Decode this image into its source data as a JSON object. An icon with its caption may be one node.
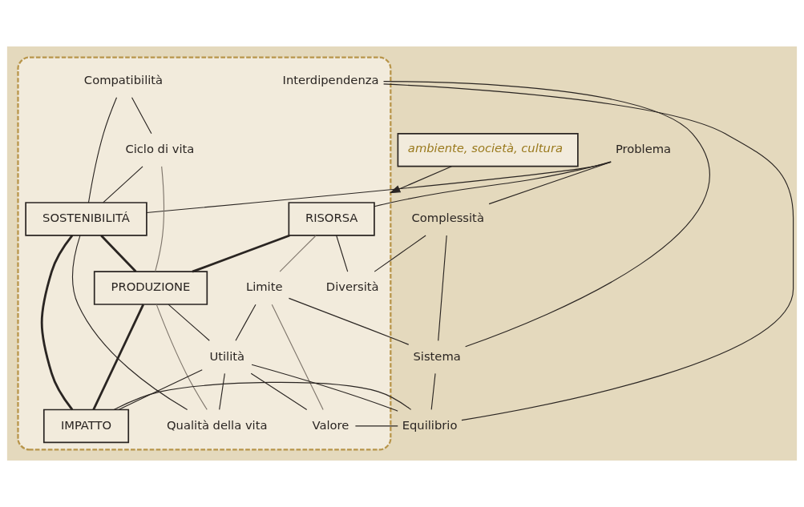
{
  "diagram": {
    "nodes": [
      {
        "text": [
          "Problema"
        ]
      },
      {
        "text": [],
        "shape": "box"
      },
      {
        "text": [
          "RISORSA"
        ],
        "in": 1
      },
      {
        "text": [
          "SOSTENIBILITÁ"
        ],
        "in": 1
      },
      {
        "text": [
          "Compatibilità"
        ],
        "in": 1
      },
      {
        "text": [
          "Complessità"
        ]
      },
      {
        "text": [
          "Ciclo di vita"
        ],
        "in": 1
      },
      {
        "text": [
          "Diversità"
        ],
        "in": 1
      },
      {
        "text": [
          "PRODUZIONE"
        ],
        "in": 1
      },
      {
        "text": [
          "Limite"
        ],
        "in": 1
      },
      {
        "text": [
          "Utilità"
        ],
        "in": 1
      },
      {
        "text": [
          "Qualità della vita"
        ],
        "in": 1
      },
      {
        "text": [
          "Valore"
        ],
        "in": 1
      },
      {
        "text": [
          "Interdipendenza"
        ],
        "in": 1
      },
      {
        "text": [
          "IMPATTO"
        ],
        "in": 1
      },
      {
        "text": [
          "Sistema"
        ]
      },
      {
        "text": [
          "Equilibrio"
        ]
      },
      {
        "text": [
          "ambiente, società, cultura"
        ]
      }
    ],
    "edges": [
      {
        "from": 0,
        "to": 5,
        "arrow": "none"
      },
      {
        "from": 0,
        "to": 2,
        "arrow": "none"
      },
      {
        "from": 0,
        "to": 3,
        "arrow": "none"
      },
      {
        "from": 2,
        "to": 7,
        "arrow": "none"
      },
      {
        "from": 5,
        "to": 7,
        "arrow": "none"
      },
      {
        "from": 5,
        "to": 15,
        "arrow": "none"
      },
      {
        "from": 2,
        "to": 8,
        "arrow": "none",
        "style": "thick"
      },
      {
        "from": 2,
        "to": 9,
        "arrow": "none",
        "color": "#7f766c"
      },
      {
        "from": 4,
        "to": 3,
        "arrow": "none"
      },
      {
        "from": 4,
        "to": 6,
        "arrow": "none"
      },
      {
        "from": 6,
        "to": 3,
        "arrow": "none"
      },
      {
        "from": 6,
        "to": 8,
        "arrow": "none",
        "color": "#7f766c"
      },
      {
        "from": 3,
        "to": 8,
        "arrow": "none",
        "style": "thick"
      },
      {
        "from": 3,
        "to": 11,
        "arrow": "none"
      },
      {
        "from": 3,
        "to": 14,
        "arrow": "none",
        "style": "thick"
      },
      {
        "from": 8,
        "to": 14,
        "arrow": "none",
        "style": "thick"
      },
      {
        "from": 8,
        "to": 10,
        "arrow": "none"
      },
      {
        "from": 8,
        "to": 11,
        "arrow": "none",
        "color": "#7f766c"
      },
      {
        "from": 9,
        "to": 10,
        "arrow": "none"
      },
      {
        "from": 9,
        "to": 12,
        "arrow": "none",
        "color": "#7f766c"
      },
      {
        "from": 9,
        "to": 15,
        "arrow": "none"
      },
      {
        "from": 10,
        "to": 11,
        "arrow": "none"
      },
      {
        "from": 10,
        "to": 12,
        "arrow": "none"
      },
      {
        "from": 10,
        "to": 14,
        "arrow": "none"
      },
      {
        "from": 10,
        "to": 16,
        "arrow": "none"
      },
      {
        "from": 12,
        "to": 16,
        "arrow": "none"
      },
      {
        "from": 13,
        "to": 15,
        "arrow": "none"
      },
      {
        "from": 13,
        "to": 16,
        "arrow": "none"
      },
      {
        "from": 15,
        "to": 16,
        "arrow": "none"
      },
      {
        "from": 16,
        "to": 14,
        "arrow": "none"
      },
      {
        "from": 17,
        "to": 1,
        "arrow": "to"
      }
    ]
  }
}
